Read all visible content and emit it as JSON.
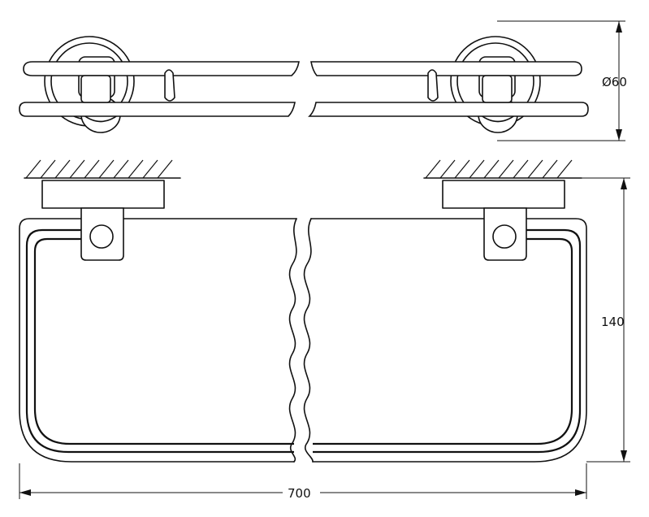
{
  "dimensions": {
    "diameter_label": "Ø60",
    "height_label": "140",
    "width_label": "700"
  },
  "colors": {
    "line": "#111111",
    "background": "#ffffff"
  }
}
